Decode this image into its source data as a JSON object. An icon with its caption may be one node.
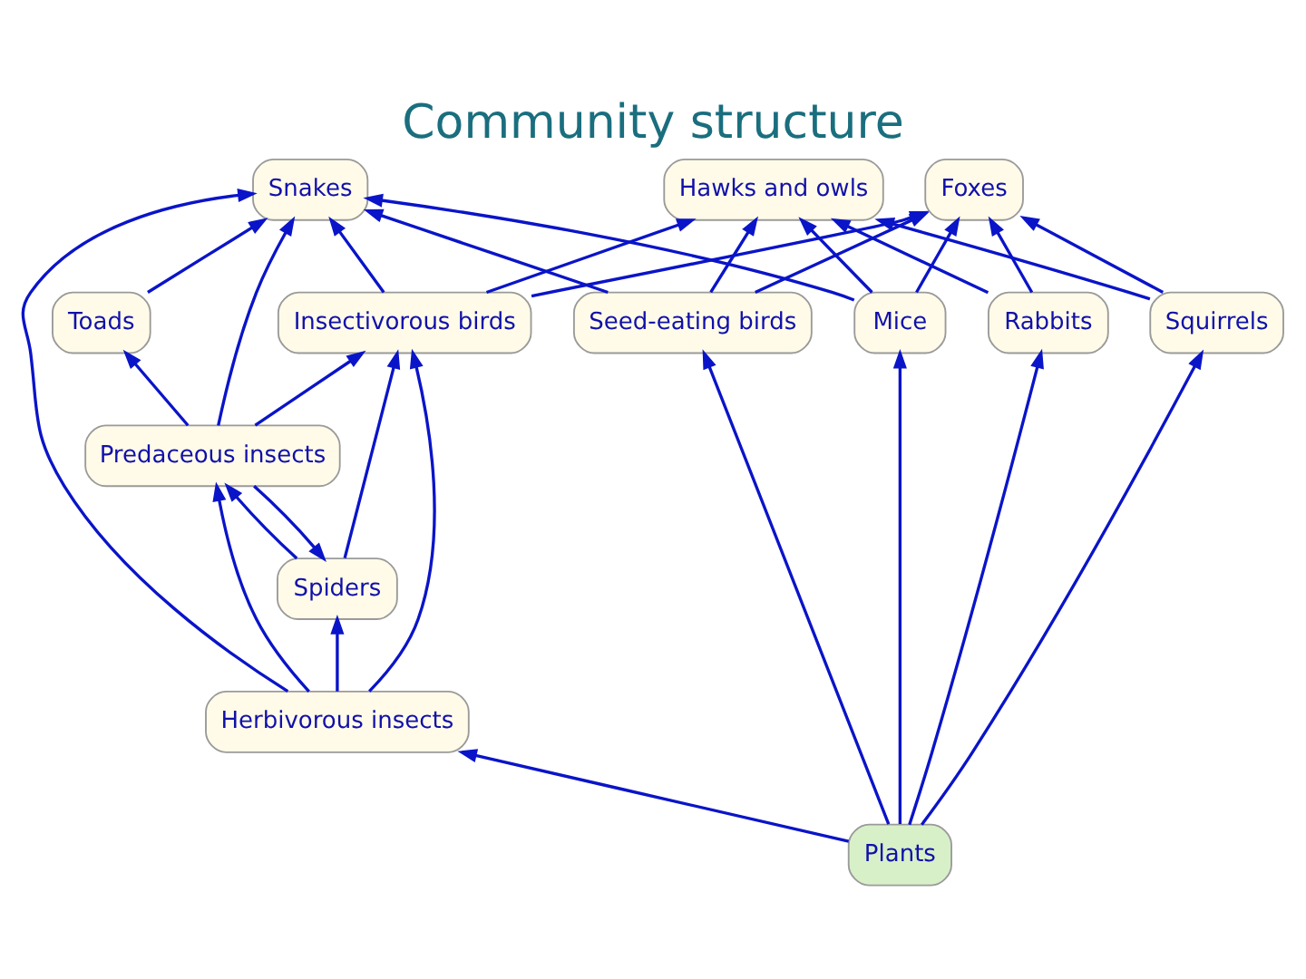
{
  "diagram": {
    "title": "Community structure",
    "nodes": [
      {
        "text": [
          "Foxes"
        ]
      },
      {
        "text": [
          "Hawks and owls"
        ]
      },
      {
        "text": [
          "Snakes"
        ]
      },
      {
        "text": [
          "Insectivorous birds"
        ]
      },
      {
        "text": [
          "Toads"
        ]
      },
      {
        "text": [
          "Spiders"
        ]
      },
      {
        "text": [
          "Predaceous insects"
        ]
      },
      {
        "text": [
          "Rabbits"
        ]
      },
      {
        "text": [
          "Squirrels"
        ]
      },
      {
        "text": [
          "Mice"
        ]
      },
      {
        "text": [
          "Seed-eating birds"
        ]
      },
      {
        "text": [
          "Herbivorous insects"
        ]
      },
      {
        "text": [
          "Plants"
        ]
      }
    ],
    "edges": [
      {
        "from": 7,
        "to": 0,
        "arrow": "to"
      },
      {
        "from": 7,
        "to": 1,
        "arrow": "to"
      },
      {
        "from": 8,
        "to": 0,
        "arrow": "to"
      },
      {
        "from": 8,
        "to": 1,
        "arrow": "to"
      },
      {
        "from": 9,
        "to": 0,
        "arrow": "to"
      },
      {
        "from": 9,
        "to": 1,
        "arrow": "to"
      },
      {
        "from": 9,
        "to": 2,
        "arrow": "to"
      },
      {
        "from": 10,
        "to": 0,
        "arrow": "to"
      },
      {
        "from": 10,
        "to": 1,
        "arrow": "to"
      },
      {
        "from": 10,
        "to": 2,
        "arrow": "to"
      },
      {
        "from": 3,
        "to": 0,
        "arrow": "to"
      },
      {
        "from": 3,
        "to": 1,
        "arrow": "to"
      },
      {
        "from": 3,
        "to": 2,
        "arrow": "to"
      },
      {
        "from": 4,
        "to": 2,
        "arrow": "to"
      },
      {
        "from": 5,
        "to": 3,
        "arrow": "to"
      },
      {
        "from": 5,
        "to": 6,
        "arrow": "to"
      },
      {
        "from": 6,
        "to": 5,
        "arrow": "to"
      },
      {
        "from": 6,
        "to": 3,
        "arrow": "to"
      },
      {
        "from": 6,
        "to": 2,
        "arrow": "to"
      },
      {
        "from": 6,
        "to": 4,
        "arrow": "to"
      },
      {
        "from": 11,
        "to": 5,
        "arrow": "to"
      },
      {
        "from": 11,
        "to": 3,
        "arrow": "to"
      },
      {
        "from": 11,
        "to": 2,
        "arrow": "to"
      },
      {
        "from": 11,
        "to": 6,
        "arrow": "to"
      },
      {
        "from": 12,
        "to": 7,
        "arrow": "to"
      },
      {
        "from": 12,
        "to": 8,
        "arrow": "to"
      },
      {
        "from": 12,
        "to": 9,
        "arrow": "to"
      },
      {
        "from": 12,
        "to": 10,
        "arrow": "to"
      },
      {
        "from": 12,
        "to": 11,
        "arrow": "to"
      }
    ]
  }
}
